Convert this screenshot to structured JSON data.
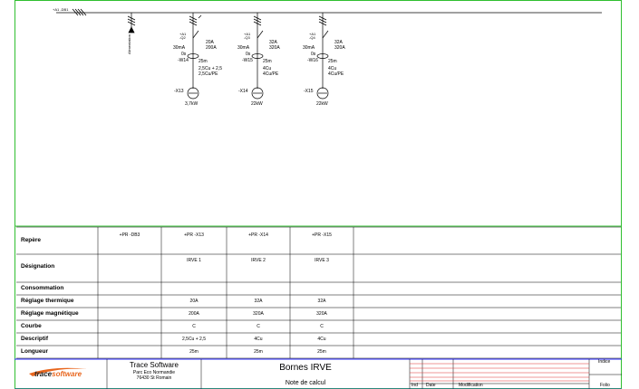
{
  "diagram": {
    "busbar_label": "+A1 -DB1",
    "incoming_label": "Alimentation",
    "circuits": [
      {
        "breaker_tag": "+A1\n-Q2",
        "sensitivity": "30mA",
        "curve": "0s",
        "cable_tag": "-W14",
        "rating": "20A",
        "magnetic": "200A",
        "length": "25m",
        "section_1": "2,5Cu + 2,5",
        "section_2": "2,5Cu/PE",
        "load_tag": "-X13",
        "power": "3,7kW"
      },
      {
        "breaker_tag": "+A1\n-Q3",
        "sensitivity": "30mA",
        "curve": "0s",
        "cable_tag": "-W15",
        "rating": "32A",
        "magnetic": "320A",
        "length": "25m",
        "section_1": "4Cu",
        "section_2": "4Cu/PE",
        "load_tag": "-X14",
        "power": "22kW"
      },
      {
        "breaker_tag": "+A1\n-Q4",
        "sensitivity": "30mA",
        "curve": "0s",
        "cable_tag": "-W16",
        "rating": "32A",
        "magnetic": "320A",
        "length": "25m",
        "section_1": "4Cu",
        "section_2": "4Cu/PE",
        "load_tag": "-X15",
        "power": "22kW"
      }
    ]
  },
  "table": {
    "rows": [
      {
        "label": "Repère",
        "values": [
          "+PR -DB3",
          "+PR -X13",
          "+PR -X14",
          "+PR -X15"
        ]
      },
      {
        "label": "Désignation",
        "values": [
          "",
          "IRVE 1",
          "IRVE 2",
          "IRVE 3"
        ]
      },
      {
        "label": "Consommation",
        "values": [
          "",
          "",
          "",
          ""
        ]
      },
      {
        "label": "Réglage thermique",
        "values": [
          "",
          "20A",
          "32A",
          "32A"
        ]
      },
      {
        "label": "Réglage magnétique",
        "values": [
          "",
          "200A",
          "320A",
          "320A"
        ]
      },
      {
        "label": "Courbe",
        "values": [
          "",
          "C",
          "C",
          "C"
        ]
      },
      {
        "label": "Descriptif",
        "values": [
          "",
          "2,5Cu + 2,5",
          "4Cu",
          "4Cu"
        ]
      },
      {
        "label": "Longueur",
        "values": [
          "",
          "25m",
          "25m",
          "25m"
        ]
      }
    ]
  },
  "title_block": {
    "logo_prefix": "trace",
    "logo_suffix": "software",
    "company": "Trace Software",
    "address_1": "Parc Eco Normandie",
    "address_2": "76430 St Romain",
    "project": "Bornes IRVE",
    "document": "Note de calcul",
    "col_ind": "Ind",
    "col_date": "Date",
    "col_modification": "Modification",
    "indice_label": "Indice",
    "folio_label": "Folio"
  },
  "colors": {
    "frame": "#2fbf2f",
    "title_block_frame": "#2a2aff",
    "revision_lines": "#e03030",
    "logo_orange": "#e8661e",
    "ink": "#000000"
  }
}
